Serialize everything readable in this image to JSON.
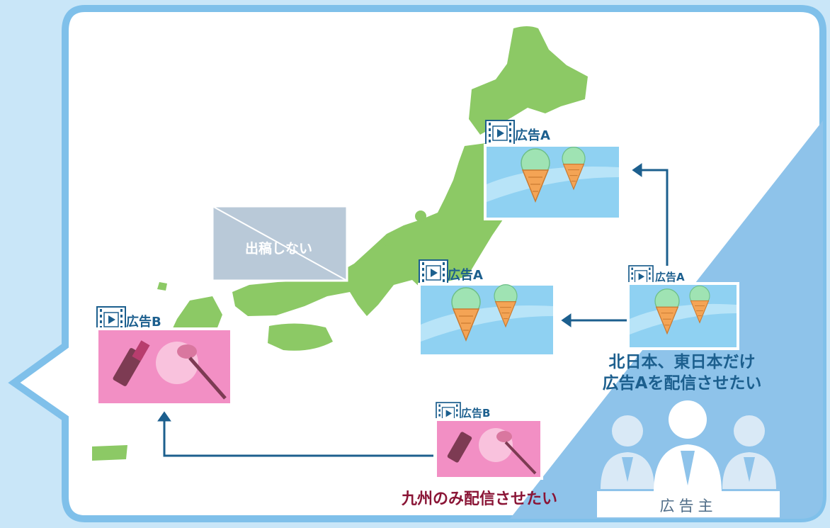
{
  "no_ad_label": "出稿しない",
  "ad_a_label": "広告A",
  "ad_b_label": "広告B",
  "advertiser_request_a": [
    "北日本、東日本だけ",
    "広告Aを配信させたい"
  ],
  "advertiser_request_b": "九州のみ配信させたい",
  "advertiser_label": "広告主",
  "colors": {
    "background": "#c9e6f8",
    "panel_border": "#7fc0ea",
    "panel_fill": "#ffffff",
    "corner_fill": "#8ec3ea",
    "japan_fill": "#8cc965",
    "ad_a_sky": "#8fd1f2",
    "ad_b_pink": "#f28fc4",
    "no_ad_box": "#b9c9d8",
    "arrow": "#1c5f8e",
    "caption_red": "#8a1536"
  }
}
